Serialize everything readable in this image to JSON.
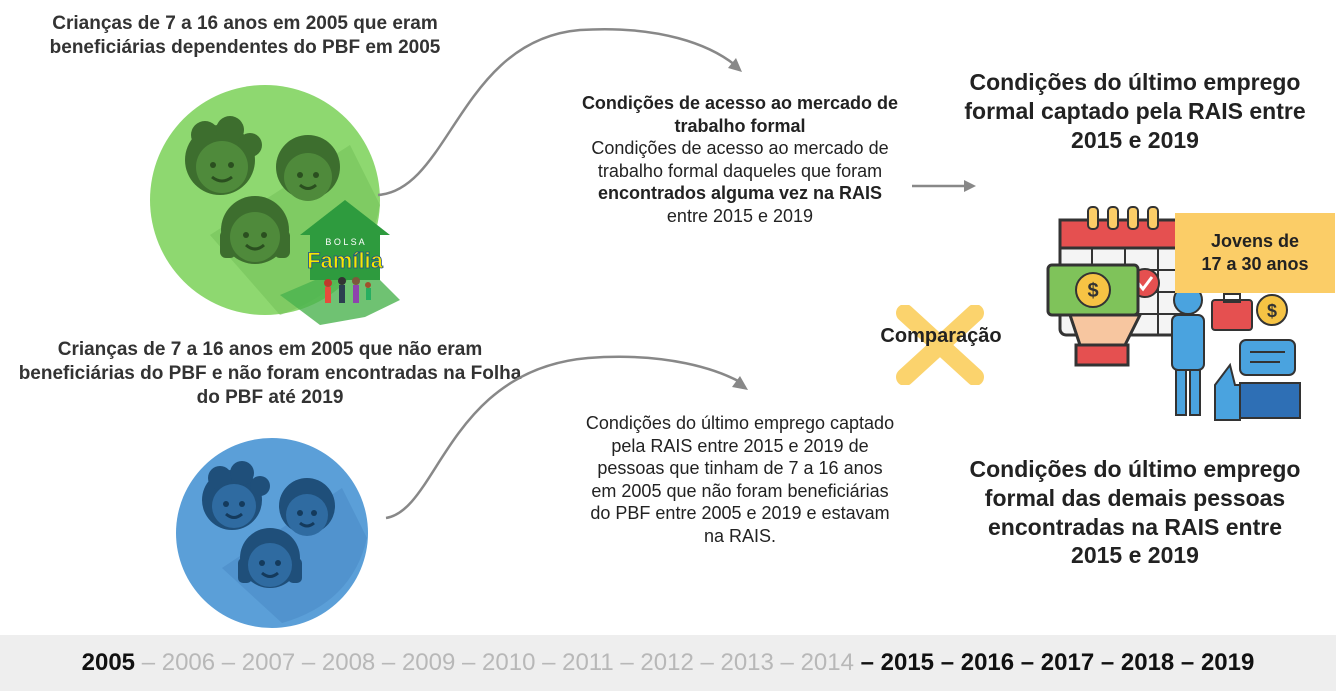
{
  "group_top": {
    "title": "Crianças de 7 a 16 anos em 2005 que eram beneficiárias dependentes do PBF em 2005",
    "logo_bolsa": "B O L S A",
    "logo_familia": "Família"
  },
  "group_bottom": {
    "title": "Crianças de 7 a 16 anos em 2005 que não eram beneficiárias do PBF e não foram encontradas na Folha do PBF até 2019"
  },
  "desc_top": {
    "heading": "Condições de acesso ao mercado de trabalho formal",
    "line_a": "Condições de acesso ao mercado de trabalho formal daqueles que foram",
    "line_b_bold": "encontrados alguma vez na RAIS",
    "line_c": "entre 2015 e 2019"
  },
  "desc_bottom": {
    "text": "Condições do último emprego captado pela RAIS entre 2015 e 2019 de pessoas que tinham de 7 a 16 anos em 2005 que não foram beneficiárias do PBF entre 2005 e 2019 e estavam na RAIS."
  },
  "right": {
    "top_title": "Condições do último emprego formal captado pela RAIS entre 2015 e 2019",
    "bottom_title": "Condições do último emprego formal das demais pessoas encontradas na RAIS entre 2015 e 2019",
    "badge_line1": "Jovens de",
    "badge_line2": "17 a 30 anos",
    "comparison": "Comparação"
  },
  "timeline": {
    "years": [
      "2005",
      "2006",
      "2007",
      "2008",
      "2009",
      "2010",
      "2011",
      "2012",
      "2013",
      "2014",
      "2015",
      "2016",
      "2017",
      "2018",
      "2019"
    ],
    "highlighted": [
      true,
      false,
      false,
      false,
      false,
      false,
      false,
      false,
      false,
      false,
      true,
      true,
      true,
      true,
      true
    ],
    "separator": " – "
  },
  "colors": {
    "green_circle": "#8ed870",
    "blue_circle": "#5b9fd8",
    "badge": "#fbcd67",
    "cross": "#fbd36d",
    "timeline_bg": "#eeeeee",
    "muted": "#b8b8b8"
  }
}
